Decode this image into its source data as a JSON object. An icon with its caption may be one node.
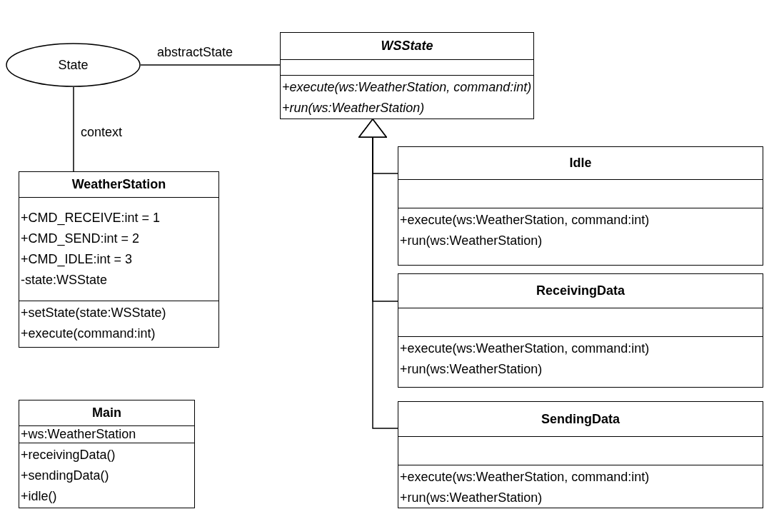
{
  "diagram": {
    "nodes": [
      {
        "text": [
          "State"
        ]
      },
      {
        "text": [
          "WSState",
          "+execute(ws:WeatherStation, command:int)",
          "+run(ws:WeatherStation)"
        ]
      },
      {
        "text": [
          "WeatherStation",
          "+CMD_RECEIVE:int = 1",
          "+CMD_SEND:int = 2",
          "+CMD_IDLE:int = 3",
          "-state:WSState",
          "+setState(state:WSState)",
          "+execute(command:int)"
        ]
      },
      {
        "text": [
          "Main",
          "+ws:WeatherStation",
          "+receivingData()",
          "+sendingData()",
          "+idle()"
        ]
      },
      {
        "text": [
          "Idle",
          "+execute(ws:WeatherStation, command:int)",
          "+run(ws:WeatherStation)"
        ]
      },
      {
        "text": [
          "ReceivingData",
          "+execute(ws:WeatherStation, command:int)",
          "+run(ws:WeatherStation)"
        ]
      },
      {
        "text": [
          "SendingData",
          "+execute(ws:WeatherStation, command:int)",
          "+run(ws:WeatherStation)"
        ]
      }
    ],
    "edges": [
      {
        "from": 0,
        "to": 1,
        "arrow": "none",
        "label": "abstractState"
      },
      {
        "from": 0,
        "to": 2,
        "arrow": "none",
        "label": "context"
      },
      {
        "from": 4,
        "to": 1,
        "arrow": "to"
      },
      {
        "from": 5,
        "to": 1,
        "arrow": "to"
      },
      {
        "from": 6,
        "to": 1,
        "arrow": "to"
      }
    ]
  }
}
